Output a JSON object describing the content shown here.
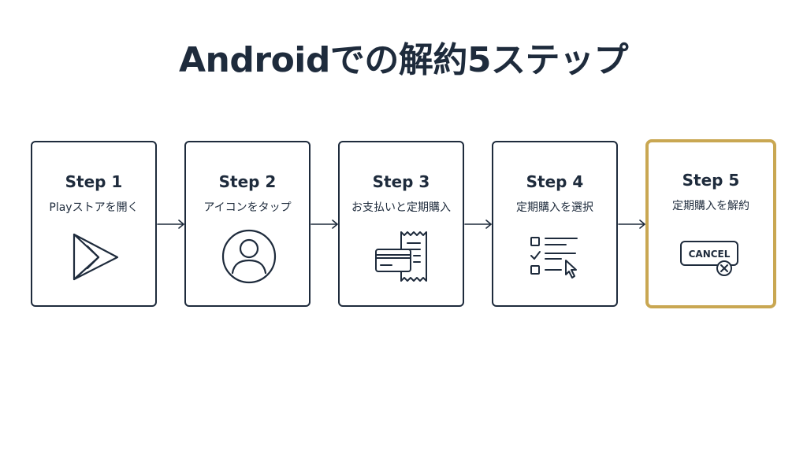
{
  "title": "Androidでの解約5ステップ",
  "colors": {
    "ink": "#1e2b3c",
    "highlight": "#c9a752",
    "background": "#ffffff"
  },
  "steps": [
    {
      "title": "Step 1",
      "description": "Playストアを開く",
      "icon": "play-store-icon",
      "highlighted": false
    },
    {
      "title": "Step 2",
      "description": "アイコンをタップ",
      "icon": "account-avatar-icon",
      "highlighted": false
    },
    {
      "title": "Step 3",
      "description": "お支払いと定期購入",
      "icon": "card-receipt-icon",
      "highlighted": false
    },
    {
      "title": "Step 4",
      "description": "定期購入を選択",
      "icon": "checklist-cursor-icon",
      "highlighted": false
    },
    {
      "title": "Step 5",
      "description": "定期購入を解約",
      "icon": "cancel-button-icon",
      "highlighted": true,
      "icon_label": "CANCEL"
    }
  ]
}
